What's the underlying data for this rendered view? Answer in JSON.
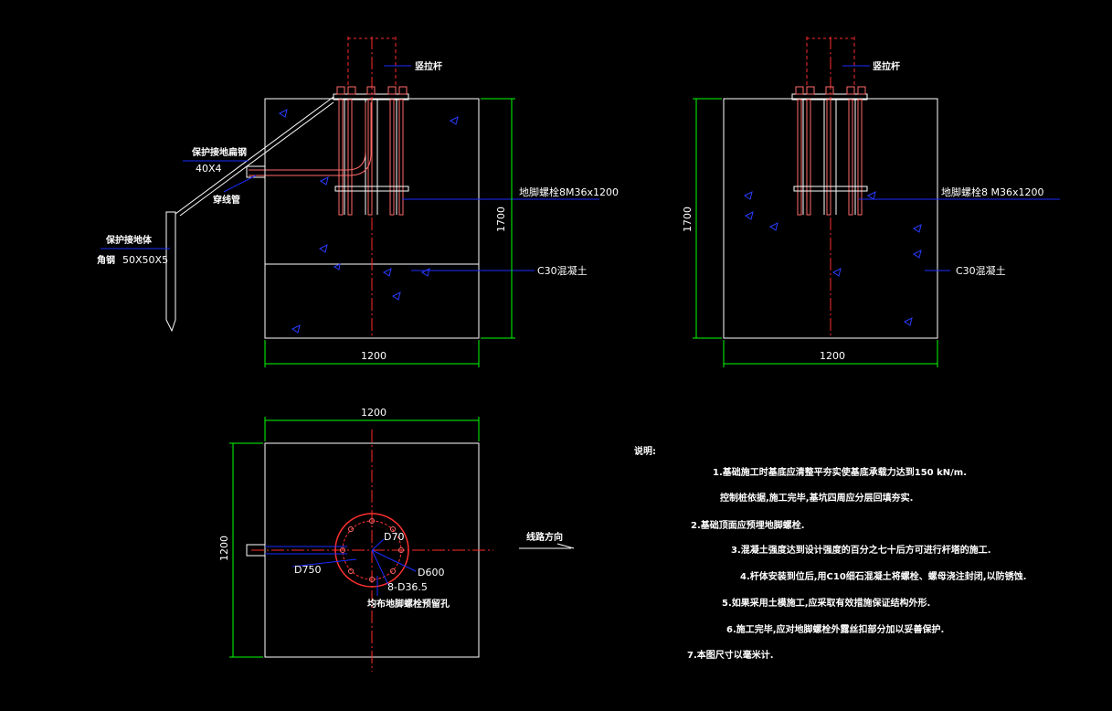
{
  "colors": {
    "background": "#000000",
    "outline": "#ffffff",
    "centerline": "#ff2a2a",
    "leader": "#1a2cff",
    "dimension": "#00ff00",
    "bolt": "#ff6a6a"
  },
  "left_elevation": {
    "top_label": "竖拉杆",
    "ground_label": "保护接地扁钢",
    "ground_size": "40X4",
    "conduit_label": "穿线管",
    "rod_label": "保护接地体",
    "rod_size_prefix": "角钢",
    "rod_size": "50X50X5",
    "bolt_label": "地脚螺栓8M36x1200",
    "concrete_label": "C30混凝土",
    "width_dim": "1200",
    "height_dim": "1700"
  },
  "right_elevation": {
    "top_label": "竖拉杆",
    "bolt_label": "地脚螺栓8 M36x1200",
    "concrete_label": "C30混凝土",
    "width_dim": "1200",
    "height_dim": "1700"
  },
  "plan_view": {
    "width_dim": "1200",
    "height_dim": "1200",
    "d70": "D70",
    "d750": "D750",
    "d600": "D600",
    "holes": "8-D36.5",
    "holes_note": "均布地脚螺栓预留孔",
    "direction_label": "线路方向"
  },
  "notes": {
    "title": "说明:",
    "items": [
      "1.基础施工时基底应清整平夯实使基底承载力达到150 kN/m.",
      "控制桩依据,施工完毕,基坑四周应分层回填夯实.",
      "2.基础顶面应预埋地脚螺栓.",
      "3.混凝土强度达到设计强度的百分之七十后方可进行杆塔的施工.",
      "4.杆体安装到位后,用C10细石混凝土将螺栓、螺母浇注封闭,以防锈蚀.",
      "5.如果采用土模施工,应采取有效措施保证结构外形.",
      "6.施工完毕,应对地脚螺栓外露丝扣部分加以妥善保护.",
      "7.本图尺寸以毫米计."
    ]
  }
}
